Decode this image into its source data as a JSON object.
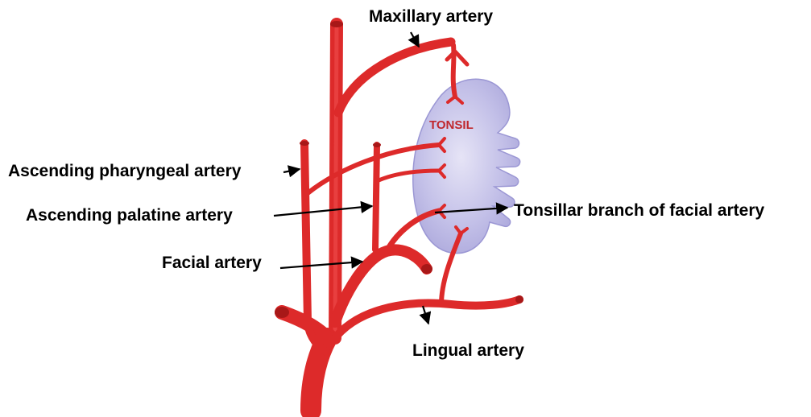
{
  "labels": {
    "maxillary": "Maxillary artery",
    "ascending_pharyngeal": "Ascending pharyngeal artery",
    "ascending_palatine": "Ascending palatine artery",
    "tonsillar_branch": "Tonsillar branch of facial artery",
    "facial": "Facial artery",
    "lingual": "Lingual artery",
    "tonsil": "TONSIL"
  },
  "colors": {
    "artery": "#dd2a2a",
    "artery_dark": "#b51d1d",
    "tonsil_fill": "#b9b6e3",
    "tonsil_label": "#c0272d",
    "label_text": "#000000",
    "pointer": "#000000"
  }
}
